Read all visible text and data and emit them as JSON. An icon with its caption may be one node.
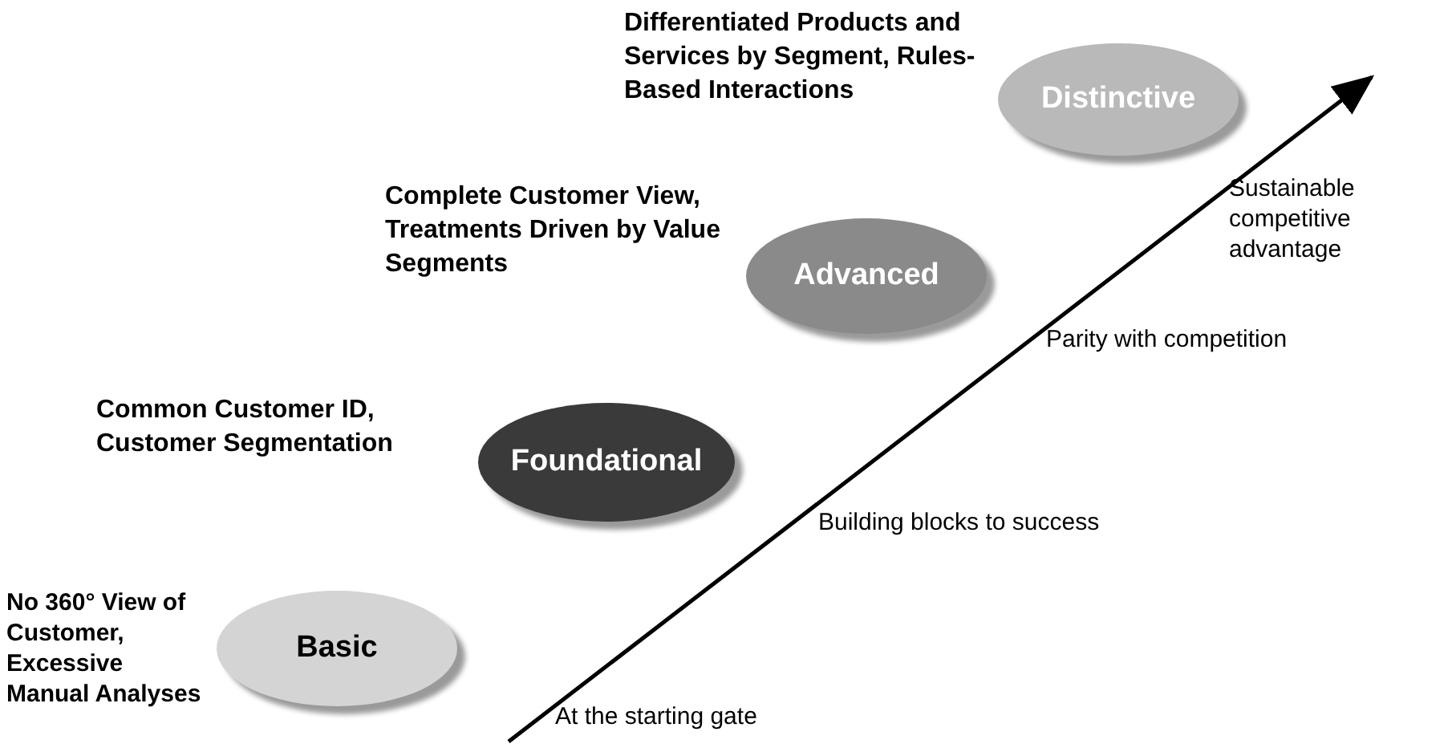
{
  "diagram": {
    "nodes": [
      {
        "text": [
          "Basic"
        ],
        "beside": [
          "No 360° View of Customer, Excessive Manual Analyses"
        ]
      },
      {
        "text": [
          "Foundational"
        ],
        "beside": [
          "Common Customer ID, Customer Segmentation"
        ]
      },
      {
        "text": [
          "Advanced"
        ],
        "beside": [
          "Complete Customer View, Treatments Driven by Value Segments"
        ]
      },
      {
        "text": [
          "Distinctive"
        ],
        "beside": [
          "Differentiated Products and Services by Segment, Rules-Based Interactions"
        ]
      }
    ],
    "edges": [],
    "labels": [
      "At the starting gate",
      "Building blocks to success",
      "Parity with competition",
      "Sustainable competitive advantage"
    ]
  }
}
